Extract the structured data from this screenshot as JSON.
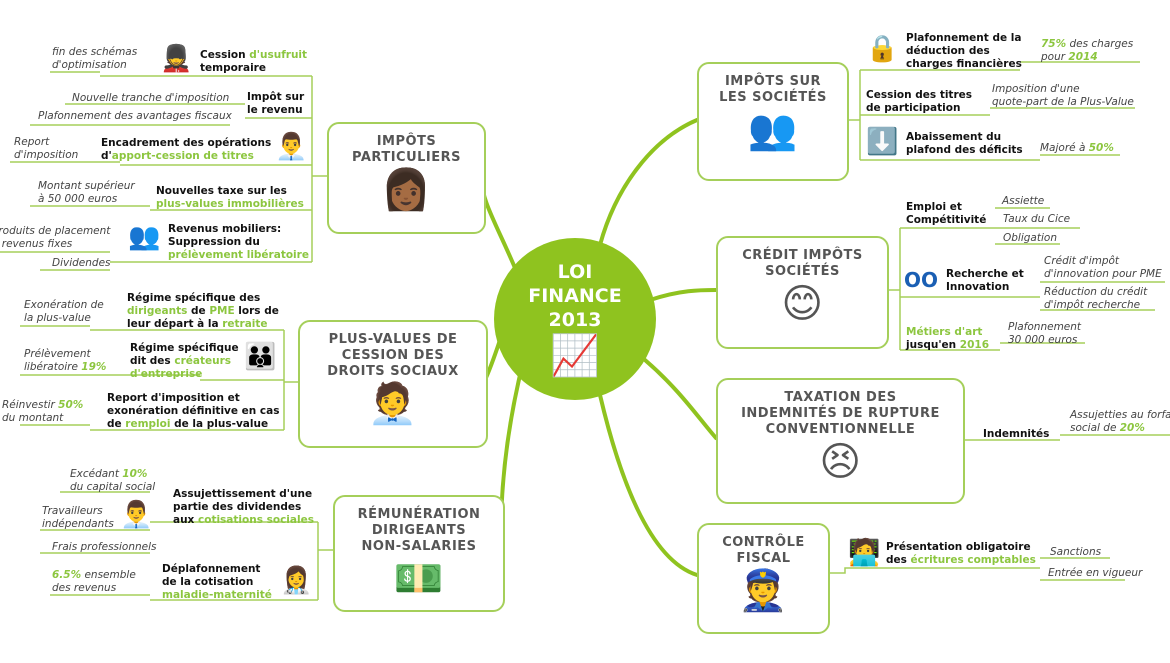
{
  "center": {
    "l1": "LOI",
    "l2": "FINANCE",
    "l3": "2013"
  },
  "topics": {
    "particuliers": {
      "l1": "IMPÔTS",
      "l2": "PARTICULIERS"
    },
    "plusvalues": {
      "l1": "PLUS-VALUES DE",
      "l2": "CESSION DES",
      "l3": "DROITS SOCIAUX"
    },
    "remuneration": {
      "l1": "RÉMUNÉRATION",
      "l2": "DIRIGEANTS",
      "l3": "NON-SALARIES"
    },
    "societes": {
      "l1": "IMPÔTS SUR",
      "l2": "LES SOCIÉTÉS"
    },
    "credit": {
      "l1": "CRÉDIT IMPÔTS",
      "l2": "SOCIÉTÉS"
    },
    "taxation": {
      "l1": "TAXATION DES",
      "l2": "INDEMNITÉS DE RUPTURE",
      "l3": "CONVENTIONNELLE"
    },
    "controle": {
      "l1": "CONTRÔLE",
      "l2": "FISCAL"
    }
  },
  "nodes": {
    "usufruit": [
      "Cession ",
      "d'usufruit",
      "temporaire"
    ],
    "ir": [
      "Impôt sur",
      "le revenu"
    ],
    "encadrement": [
      "Encadrement des opérations",
      "d'",
      "apport-cession de titres"
    ],
    "taxe": [
      "Nouvelles taxe sur les",
      "plus-values immobilières"
    ],
    "mobiliers": [
      "Revenus mobiliers:",
      "Suppression du",
      "prélèvement libératoire"
    ],
    "regime1": [
      "Régime spécifique des",
      "dirigeants",
      " de ",
      "PME",
      " lors de",
      "leur départ à la ",
      "retraite"
    ],
    "regime2": [
      "Régime spécifique",
      "dit des ",
      "créateurs",
      "d'entreprise"
    ],
    "report": [
      "Report d'imposition et",
      "exonération définitive en cas",
      "de ",
      "remploi",
      " de la plus-value"
    ],
    "assujet": [
      "Assujettissement d'une",
      "partie des dividendes",
      "aux ",
      "cotisations sociales"
    ],
    "deplaf": [
      "Déplafonnement",
      "de la cotisation",
      "maladie-maternité"
    ],
    "plafded": [
      "Plafonnement de la",
      "déduction des",
      "charges financières"
    ],
    "cession": [
      "Cession des titres",
      "de participation"
    ],
    "abaiss": [
      "Abaissement du",
      "plafond des déficits"
    ],
    "emploi": [
      "Emploi et",
      "Compétitivité"
    ],
    "recherche": [
      "Recherche et",
      "Innovation"
    ],
    "metiers": [
      "Métiers d'art",
      "jusqu'en ",
      "2016"
    ],
    "indem": "Indemnités",
    "presentation": [
      "Présentation obligatoire",
      "des ",
      "écritures comptables"
    ]
  },
  "leaves": {
    "fin": [
      "fin des schémas",
      "d'optimisation"
    ],
    "tranche": "Nouvelle tranche d'imposition",
    "plafav": "Plafonnement des avantages fiscaux",
    "reportimp": [
      "Report",
      "d'imposition"
    ],
    "montant": [
      "Montant supérieur",
      "à 50 000 euros"
    ],
    "produits": [
      "Produits de placement",
      "à revenus fixes"
    ],
    "dividendes": "Dividendes",
    "exo": [
      "Exonération de",
      "la plus-value"
    ],
    "prel": [
      "Prélèvement",
      "libératoire ",
      "19%"
    ],
    "reinv": [
      "Réinvestir ",
      "50%",
      "du montant"
    ],
    "exced": [
      "Excédant ",
      "10%",
      "du capital social"
    ],
    "trav": [
      "Travailleurs",
      "indépendants"
    ],
    "frais": "Frais professionnels",
    "ens": [
      "6.5%",
      " ensemble",
      "des revenus"
    ],
    "charges": [
      "75%",
      " des charges",
      "pour ",
      "2014"
    ],
    "quote": [
      "Imposition d'une",
      "quote-part de la Plus-Value"
    ],
    "majore": [
      "Majoré à ",
      "50%"
    ],
    "assiette": "Assiette",
    "taux": "Taux du Cice",
    "oblig": "Obligation",
    "cii": [
      "Crédit d'impôt",
      "d'innovation pour PME"
    ],
    "reduc": [
      "Réduction du crédit",
      "d'impôt recherche"
    ],
    "plaf30": [
      "Plafonnement",
      "30 000 euros"
    ],
    "forfait": [
      "Assujetties au forfait",
      "social de ",
      "20%"
    ],
    "sanctions": "Sanctions",
    "entree": "Entrée en vigueur"
  },
  "colors": {
    "accent": "#8fc31f",
    "text_green": "#8cc63f"
  }
}
